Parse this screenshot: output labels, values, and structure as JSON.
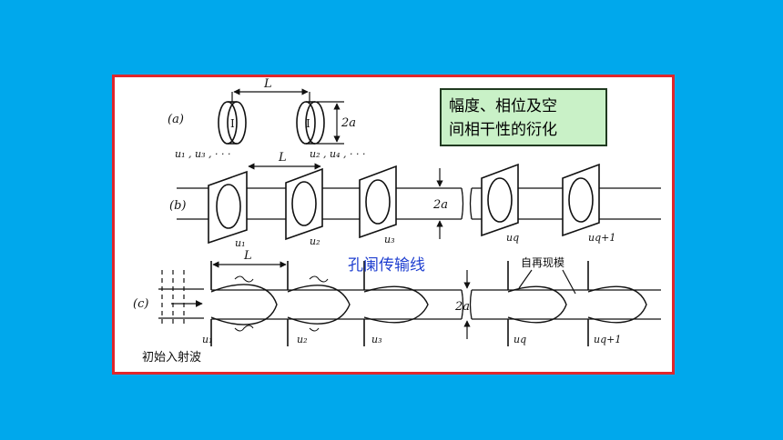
{
  "note_box": {
    "line1": "幅度、相位及空",
    "line2": "间相干性的衍化"
  },
  "caption": "孔阑传输线",
  "panel_a": {
    "label": "(a)",
    "spacing": "L",
    "diameter": "2a",
    "mirror_mark": "I",
    "under_left": "u₁ , u₃ , · · ·",
    "under_right": "u₂ , u₄ , · · ·"
  },
  "panel_b": {
    "label": "(b)",
    "spacing": "L",
    "diameter": "2a",
    "apertures": [
      "u₁",
      "u₂",
      "u₃",
      "uq",
      "uq+1"
    ]
  },
  "panel_c": {
    "label": "(c)",
    "spacing": "L",
    "diameter": "2a",
    "mode_label": "自再现模",
    "incident_label": "初始入射波",
    "apertures": [
      "u₁",
      "u₂",
      "u₃",
      "uq",
      "uq+1"
    ]
  },
  "colors": {
    "background": "#00a8ec",
    "frame": "#e0262b",
    "note": "#c9f1c7",
    "caption": "#1f3fd0"
  }
}
